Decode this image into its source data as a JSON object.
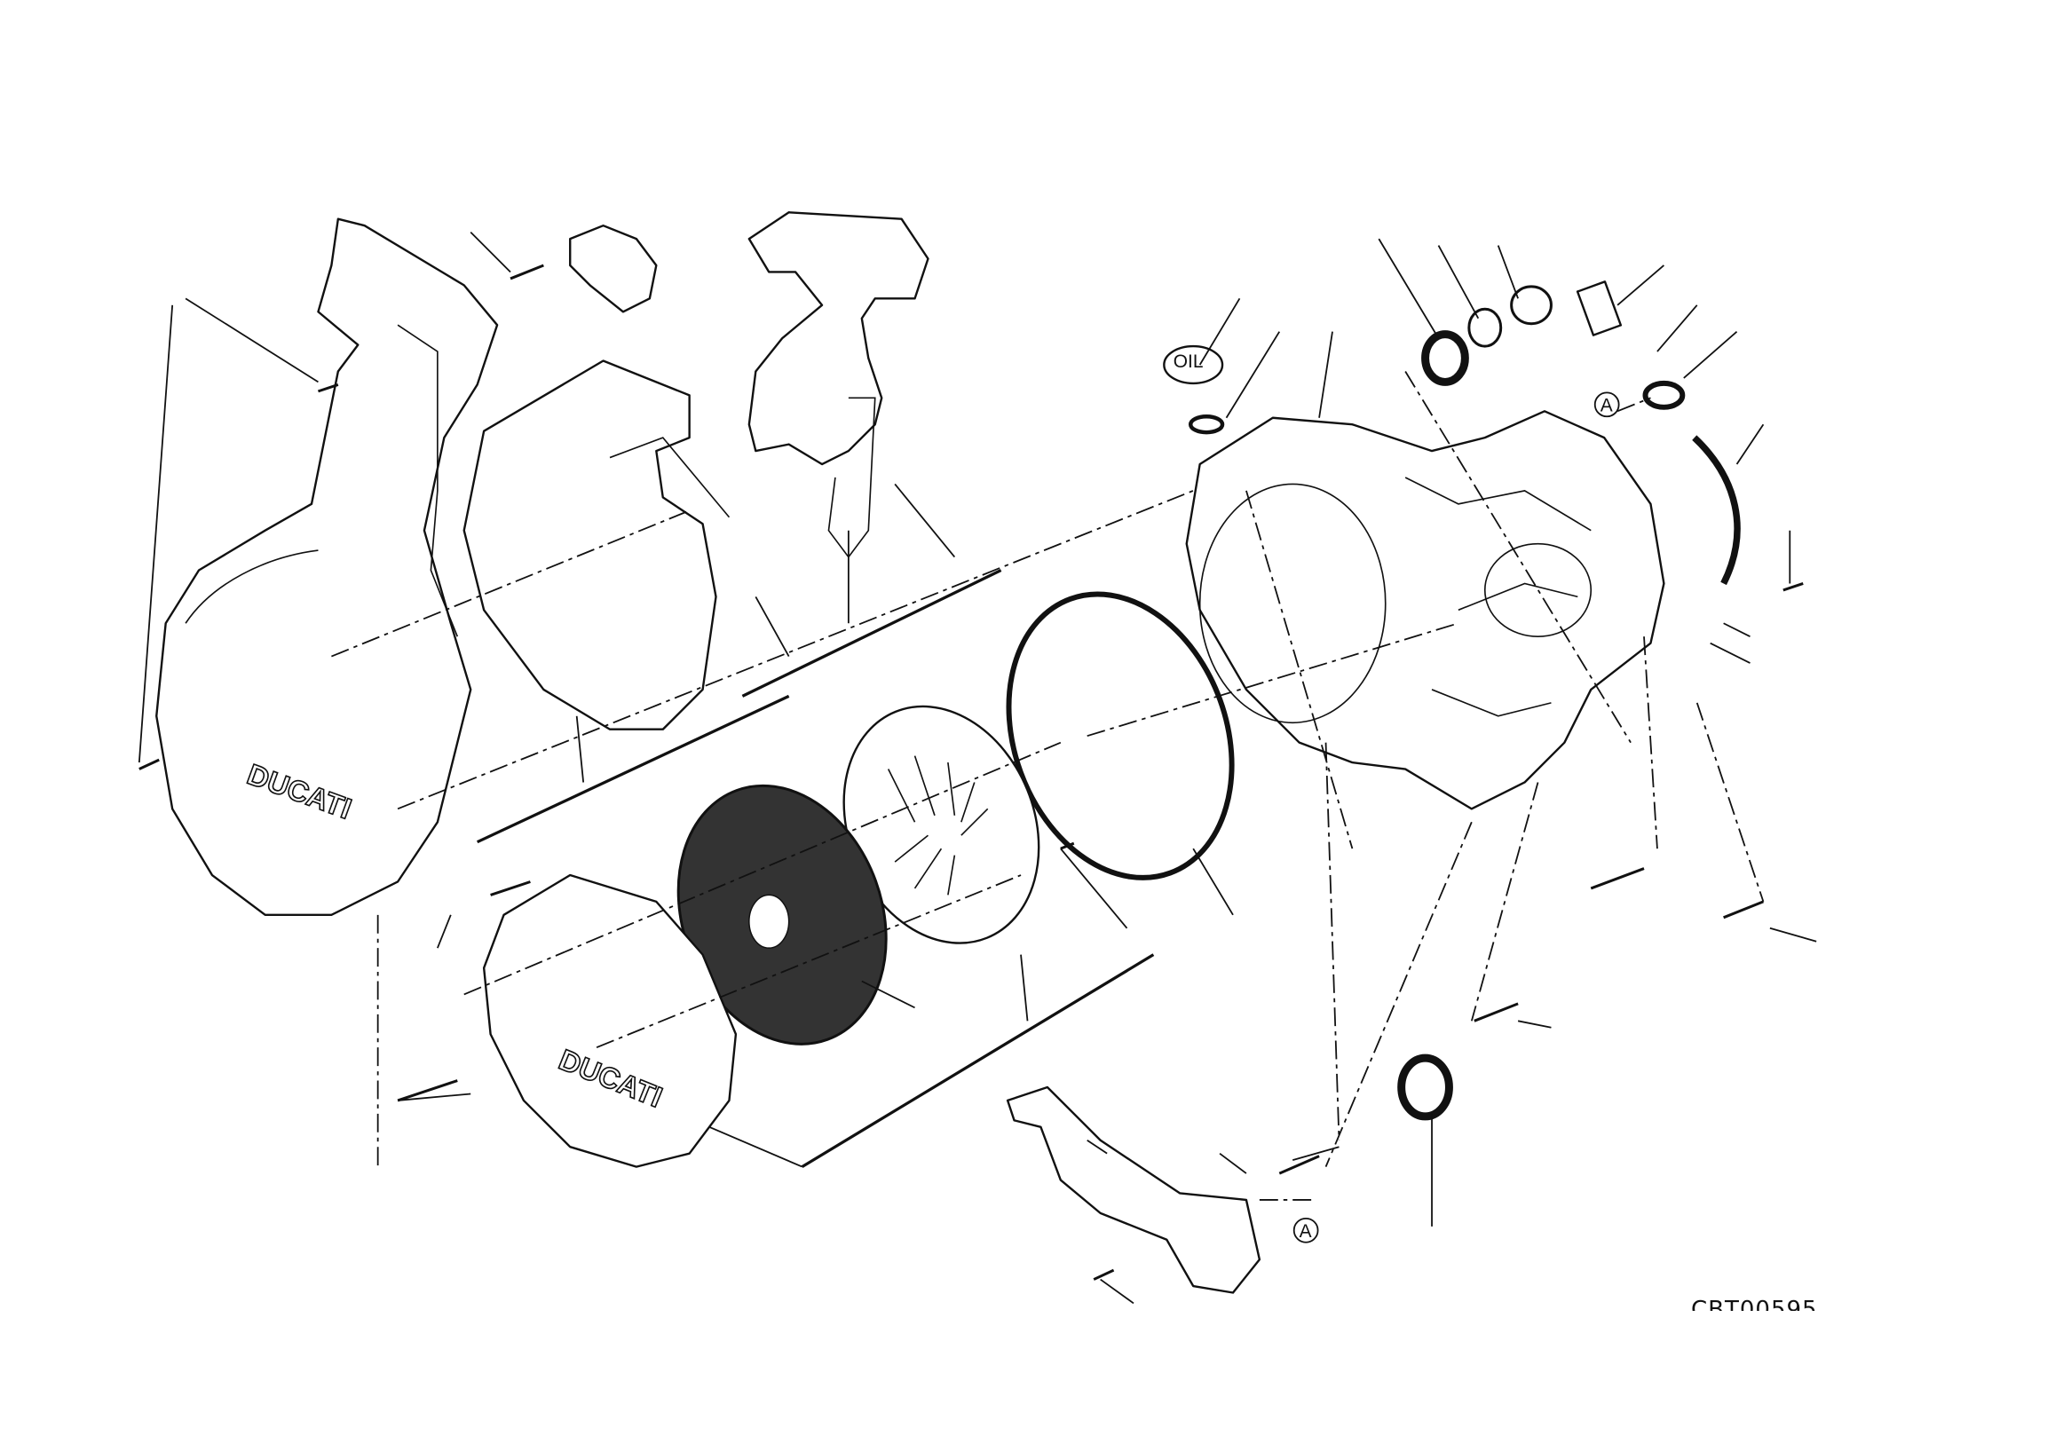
{
  "diagram": {
    "drawing_code": "CBT00595",
    "reference_markers": [
      "A",
      "A"
    ],
    "cover_brand_top": "DUCATI",
    "cover_brand_bottom": "DUCATI",
    "oil_cap_label": "OIL"
  }
}
